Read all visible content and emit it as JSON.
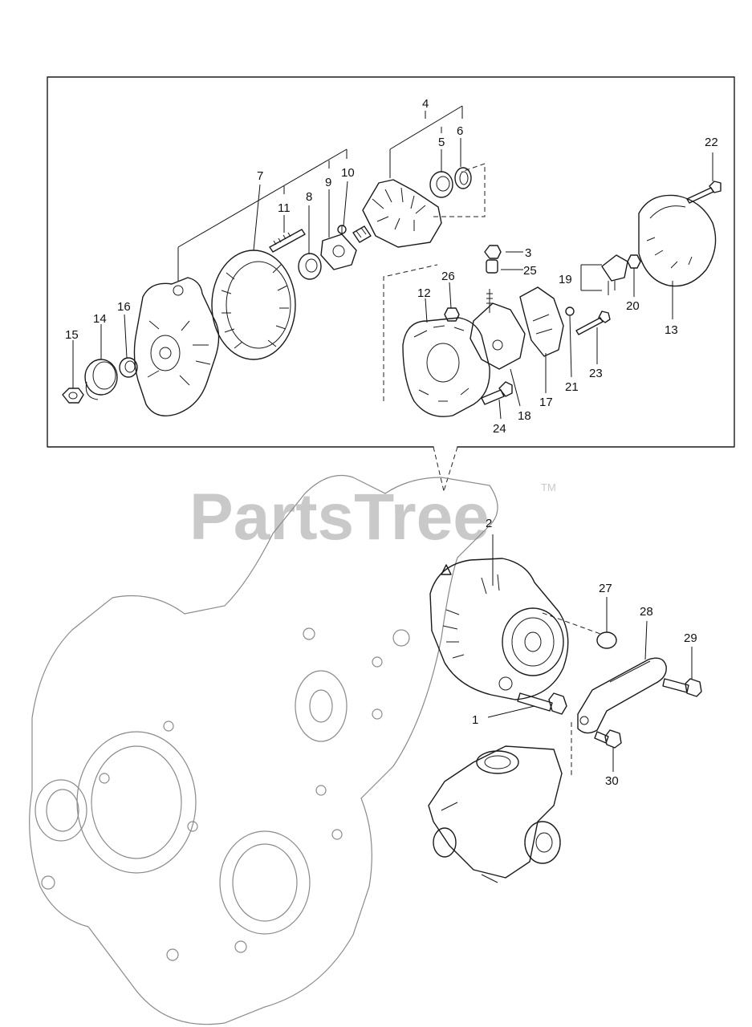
{
  "watermark": {
    "brand": "PartsTree",
    "trademark": "TM"
  },
  "callouts": {
    "c1": "1",
    "c2": "2",
    "c3": "3",
    "c4": "4",
    "c5": "5",
    "c6": "6",
    "c7": "7",
    "c8": "8",
    "c9": "9",
    "c10": "10",
    "c11": "11",
    "c12": "12",
    "c13": "13",
    "c14": "14",
    "c15": "15",
    "c16": "16",
    "c17": "17",
    "c18": "18",
    "c19": "19",
    "c20": "20",
    "c21": "21",
    "c22": "22",
    "c23": "23",
    "c24": "24",
    "c25": "25",
    "c26": "26",
    "c27": "27",
    "c28": "28",
    "c29": "29",
    "c30": "30"
  }
}
